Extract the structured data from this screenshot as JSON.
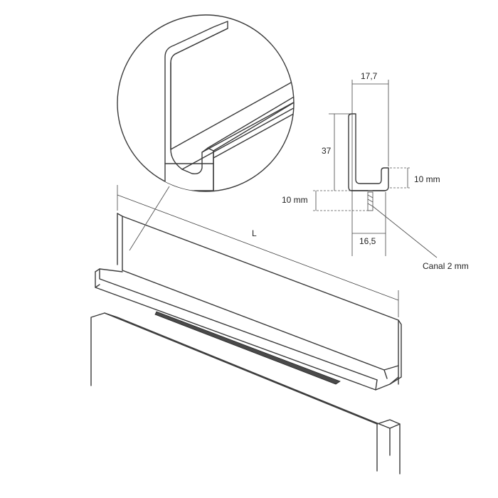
{
  "labels": {
    "length": "L",
    "width_top": "17,7",
    "height": "37",
    "lip_right": "10 mm",
    "lip_left": "10 mm",
    "width_bottom": "16,5",
    "channel": "Canal 2 mm"
  }
}
